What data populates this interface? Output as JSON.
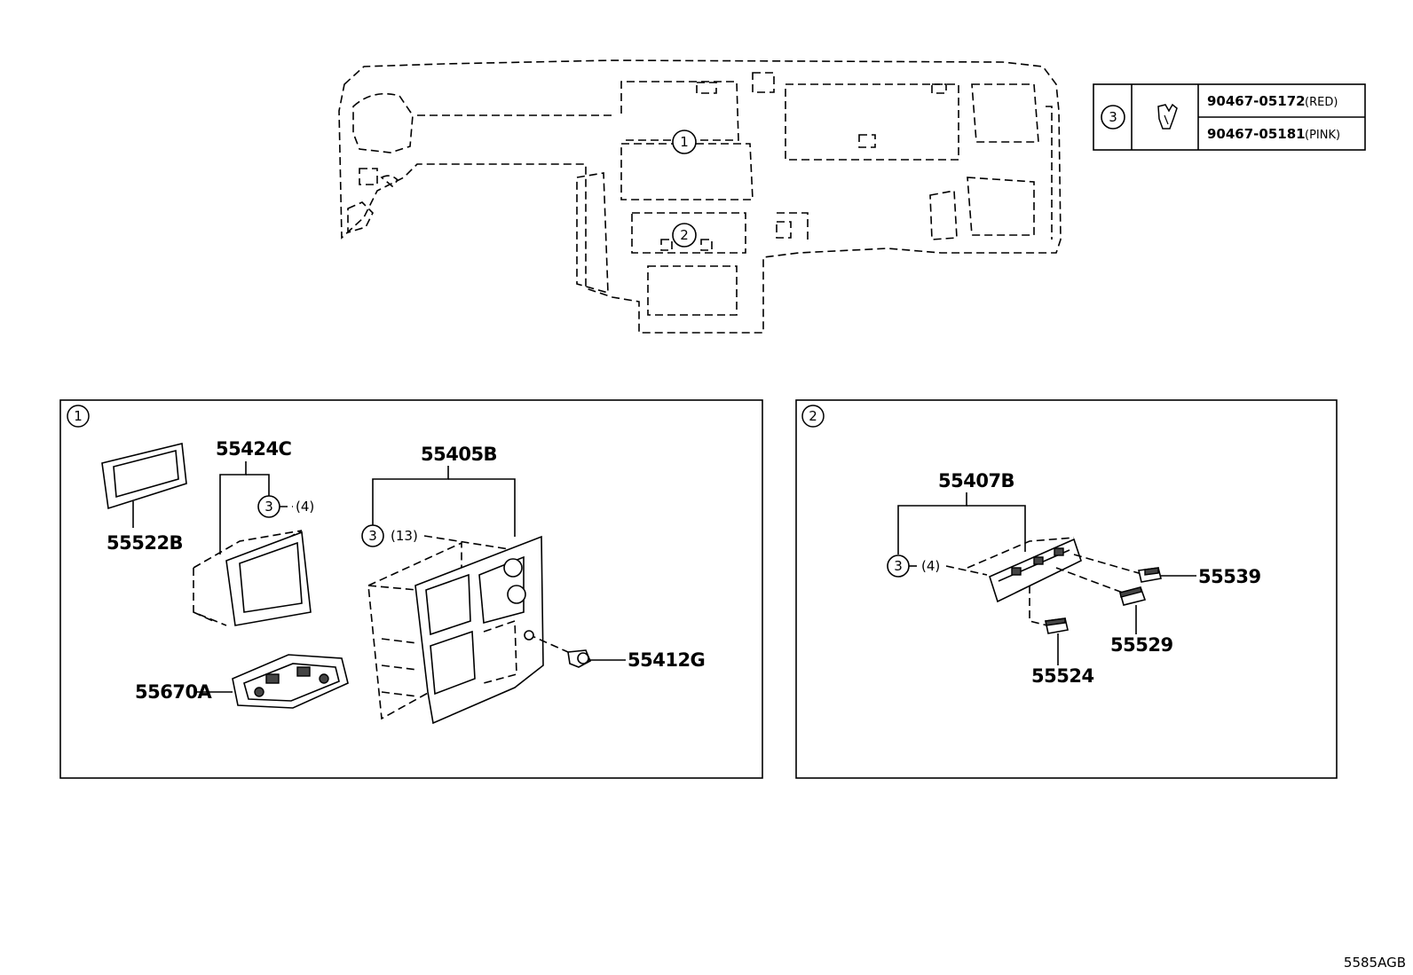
{
  "legend": {
    "ref": "3",
    "parts": [
      {
        "number": "90467-05172",
        "color": "(RED)"
      },
      {
        "number": "90467-05181",
        "color": "(PINK)"
      }
    ]
  },
  "overview": {
    "callouts": [
      "1",
      "2"
    ]
  },
  "panel1": {
    "label": "1",
    "parts": {
      "p55522B": "55522B",
      "p55424C": "55424C",
      "p55405B": "55405B",
      "p55670A": "55670A",
      "p55412G": "55412G"
    },
    "clip_refs": [
      {
        "ref": "3",
        "qty": "(4)"
      },
      {
        "ref": "3",
        "qty": "(13)"
      }
    ]
  },
  "panel2": {
    "label": "2",
    "parts": {
      "p55407B": "55407B",
      "p55539": "55539",
      "p55529": "55529",
      "p55524": "55524"
    },
    "clip_refs": [
      {
        "ref": "3",
        "qty": "(4)"
      }
    ]
  },
  "diagram_code": "5585AGB"
}
